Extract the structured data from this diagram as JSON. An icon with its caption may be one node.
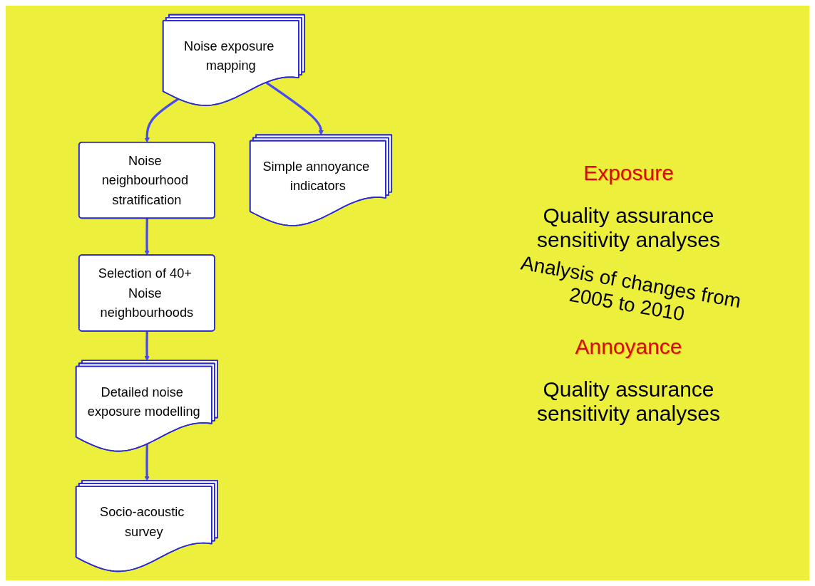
{
  "diagram": {
    "nodes": [
      {
        "text": [
          "Noise neighbourhood stratification"
        ]
      },
      {
        "text": [
          "Selection of 40+ Noise neighbourhoods"
        ]
      },
      {
        "text": [
          "Noise exposure mapping"
        ]
      },
      {
        "text": [
          "Detailed noise exposure modelling"
        ]
      },
      {
        "text": [
          "Simple annoyance indicators"
        ]
      },
      {
        "text": [
          "Socio-acoustic survey"
        ]
      }
    ],
    "edges": [
      {
        "from": 0,
        "to": 1,
        "arrow": "to"
      },
      {
        "from": 2,
        "to": 0,
        "arrow": "to"
      },
      {
        "from": 1,
        "to": 3,
        "arrow": "to"
      },
      {
        "from": 3,
        "to": 5,
        "arrow": "to"
      },
      {
        "from": 2,
        "to": 4,
        "arrow": "to"
      }
    ],
    "labels": [
      "Exposure",
      "Quality assurance sensitivity analyses",
      "Analysis of changes from 2005 to 2010",
      "Annoyance",
      "Quality assurance sensitivity analyses"
    ]
  }
}
